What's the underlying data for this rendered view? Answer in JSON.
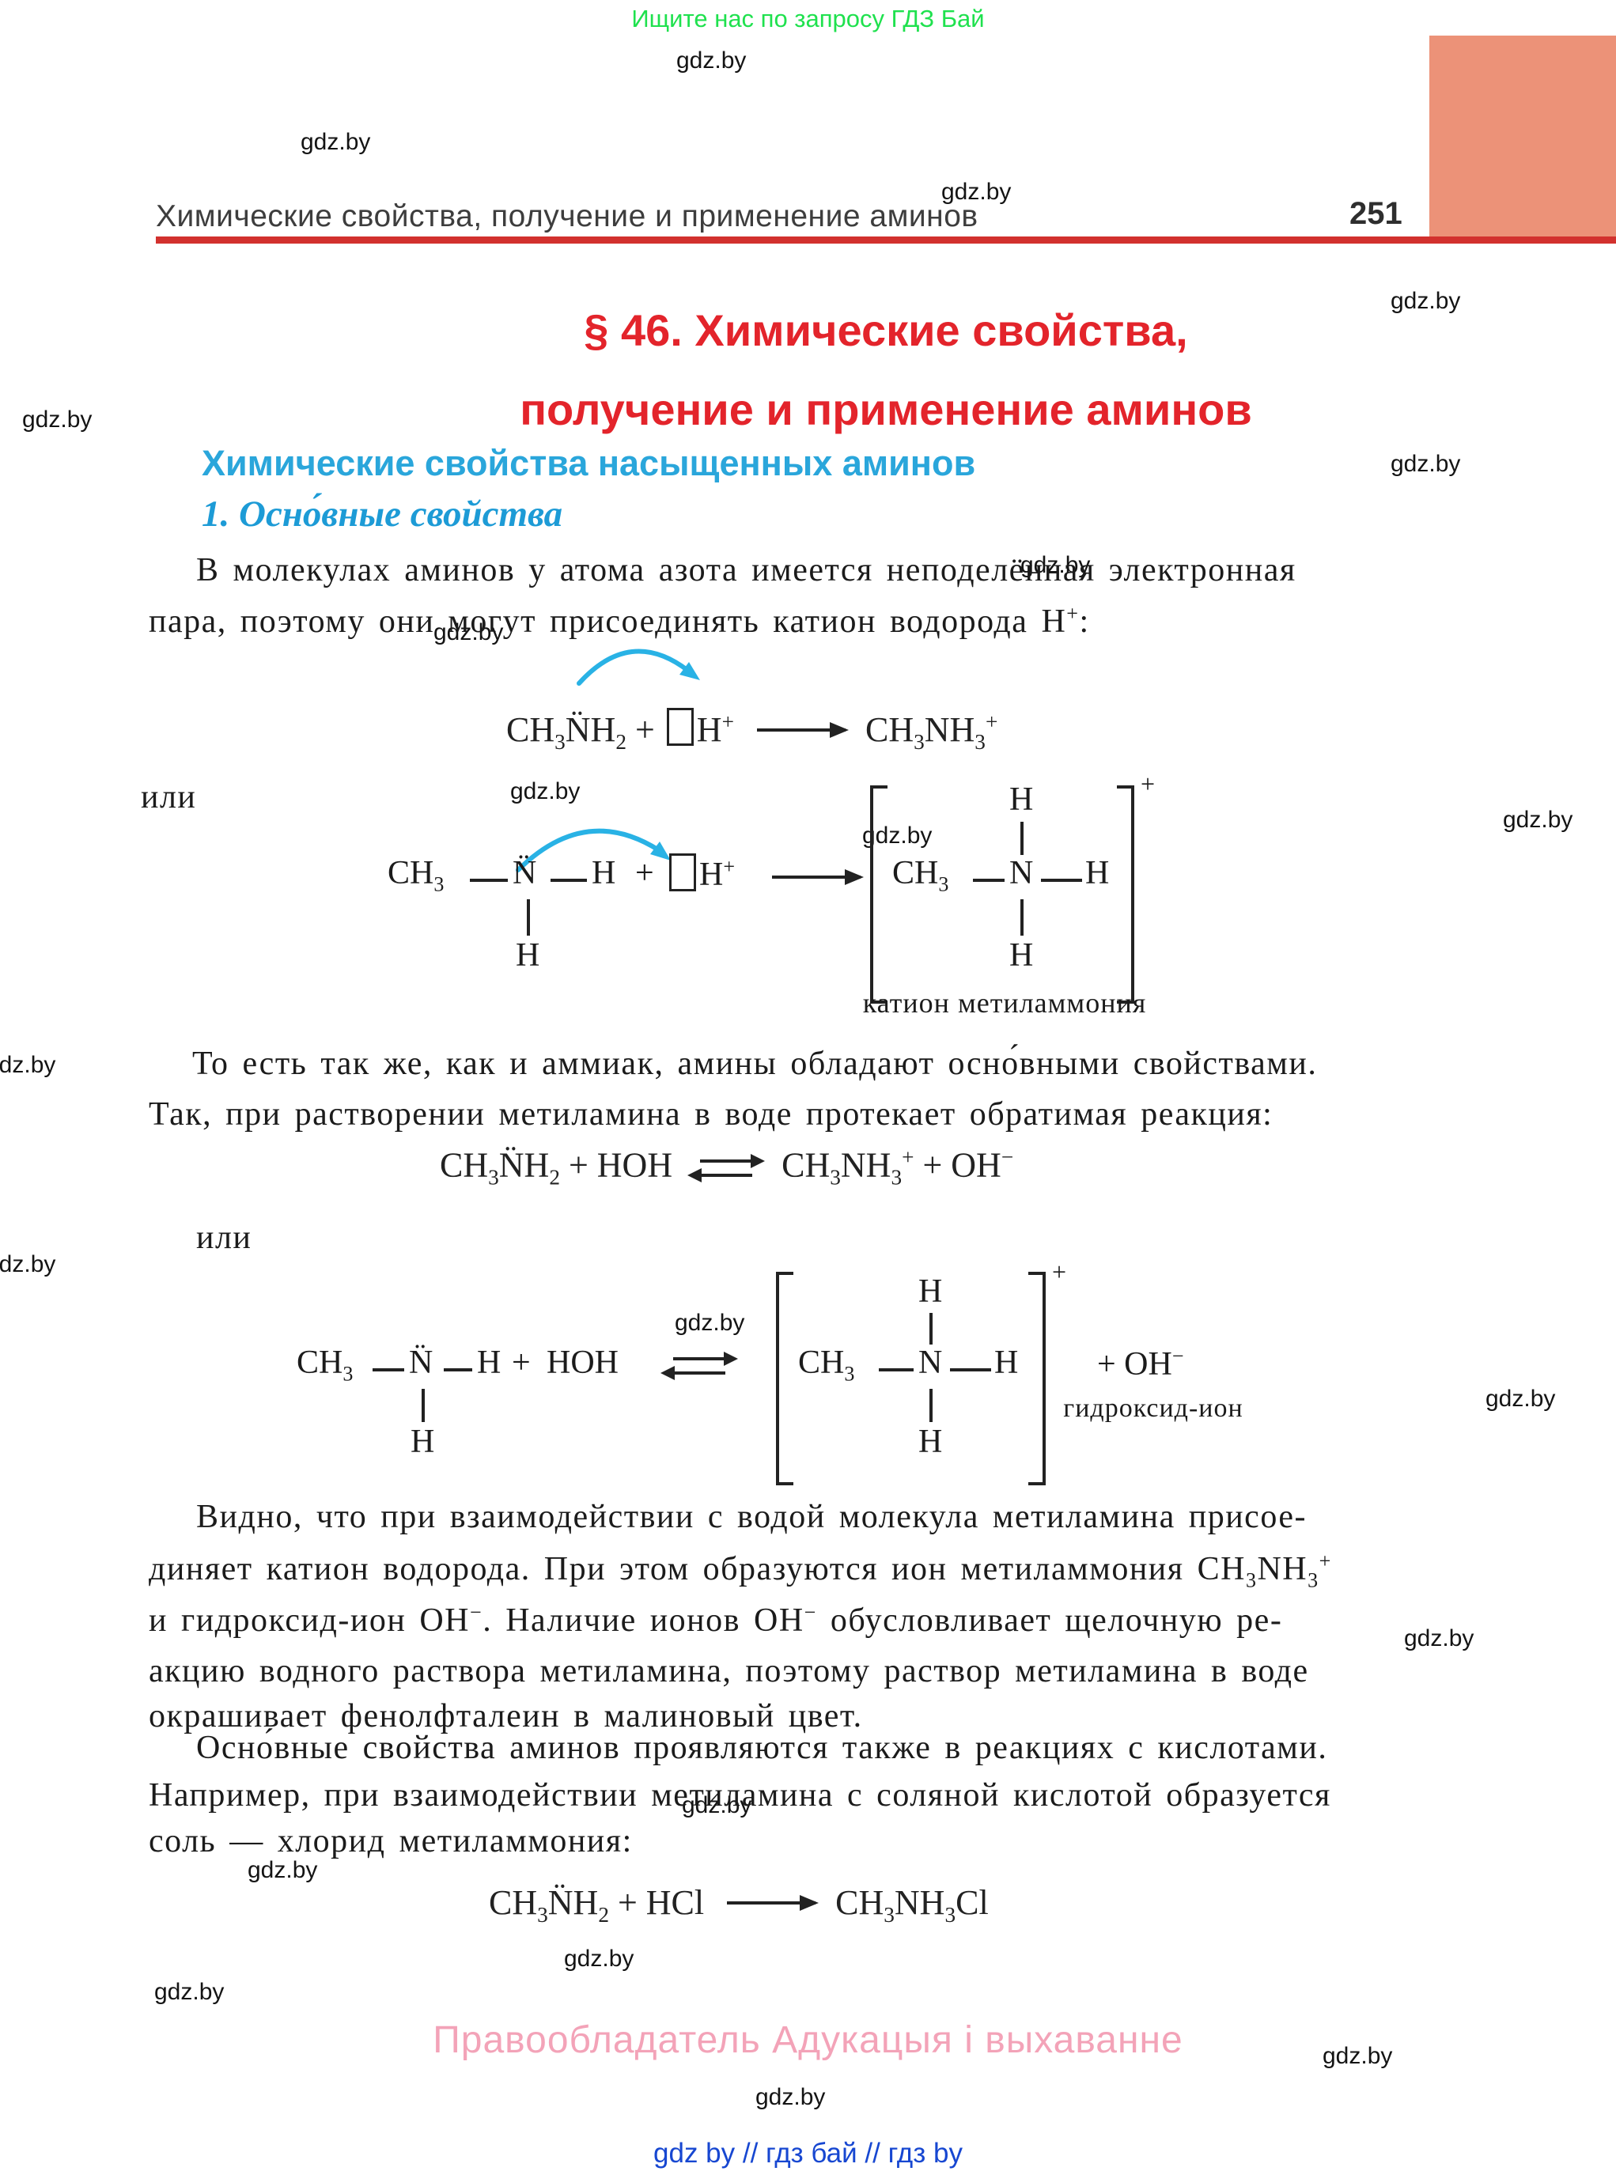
{
  "green_note": "Ищите нас по запросу ГДЗ Бай",
  "watermark": {
    "text": "gdz.by"
  },
  "running_head": {
    "title": "Химические свойства, получение и применение аминов",
    "page_number": "251"
  },
  "section_title": {
    "line1": "§ 46. Химические свойства,",
    "line2": "получение и применение аминов"
  },
  "subheading": "Химические свойства насыщенных аминов",
  "item_heading": "1. Осно́вные свойства",
  "para1": {
    "l1": "В молекулах аминов у атома азота имеется неподелённая электронная",
    "l2": "пара, поэтому они могут присоединять катион водорода Н<sup>+</sup>:"
  },
  "eq1": "CH<sub>3</sub>N̈H<sub>2</sub> + <span class='obox'></span>H<sup>+</sup> <span class='rarr'></span> CH<sub>3</sub>NH<sub>3</sub><sup>+</sup>",
  "or1": "или",
  "formula2": {
    "ch3": "CH<sub>3</sub>",
    "n": "N̈",
    "h": "H",
    "plus": "+",
    "h_plus": "H<sup>+</sup>",
    "n_plain": "N",
    "charge": "+",
    "label": "катион метиламмония"
  },
  "para2": {
    "l1": "То есть так же, как и аммиак, амины обладают осно́вными свойствами.",
    "l2": "Так, при растворении метиламина в воде протекает обратимая реакция:"
  },
  "eq3": "CH<sub>3</sub>N̈H<sub>2</sub> + HOH <span class='eqarr'><i class='f'></i><i class='b'></i></span> CH<sub>3</sub>NH<sub>3</sub><sup>+</sup> + OH<sup>−</sup>",
  "or2": "или",
  "formula4": {
    "ch3": "CH<sub>3</sub>",
    "n": "N̈",
    "h": "H",
    "plus": "+",
    "hoh": "HOH",
    "n_plain": "N",
    "charge": "+",
    "oh": "+  OH<sup>−</sup>",
    "oh_label": "гидроксид-ион"
  },
  "para3": {
    "l1": "Видно, что при взаимодействии с водой молекула метиламина присое-",
    "l2": "диняет катион водорода. При этом образуются ион метиламмония CH<sub>3</sub>NH<sub>3</sub><sup>+</sup>",
    "l3": "и гидроксид-ион ОН<sup>−</sup>. Наличие ионов ОН<sup>−</sup> обусловливает щелочную ре-",
    "l4": "акцию водного раствора метиламина, поэтому раствор метиламина в воде",
    "l5": "окрашивает фенолфталеин в малиновый цвет."
  },
  "para4": {
    "l1": "Осно́вные свойства аминов проявляются также в реакциях с кислотами.",
    "l2": "Например, при взаимодействии метиламина с соляной кислотой образуется",
    "l3": "соль — хлорид метиламмония:"
  },
  "eq5": "CH<sub>3</sub>N̈H<sub>2</sub> + HCl <span class='rarr'></span> CH<sub>3</sub>NH<sub>3</sub>Cl",
  "footer": {
    "copyright": "Правообладатель Адукацыя і выхаванне",
    "links": "gdz by  //  гдз бай  //  гдз by"
  },
  "colors": {
    "accent_red": "#e3242b",
    "rule_red": "#d2312e",
    "panel_salmon": "#ec9278",
    "heading_blue": "#2aa6db",
    "item_blue": "#1d9bd6",
    "arc_blue": "#29b2e5",
    "note_green": "#1fe14e",
    "copyright_pink": "#f3a3b8",
    "link_blue": "#1747d1"
  }
}
